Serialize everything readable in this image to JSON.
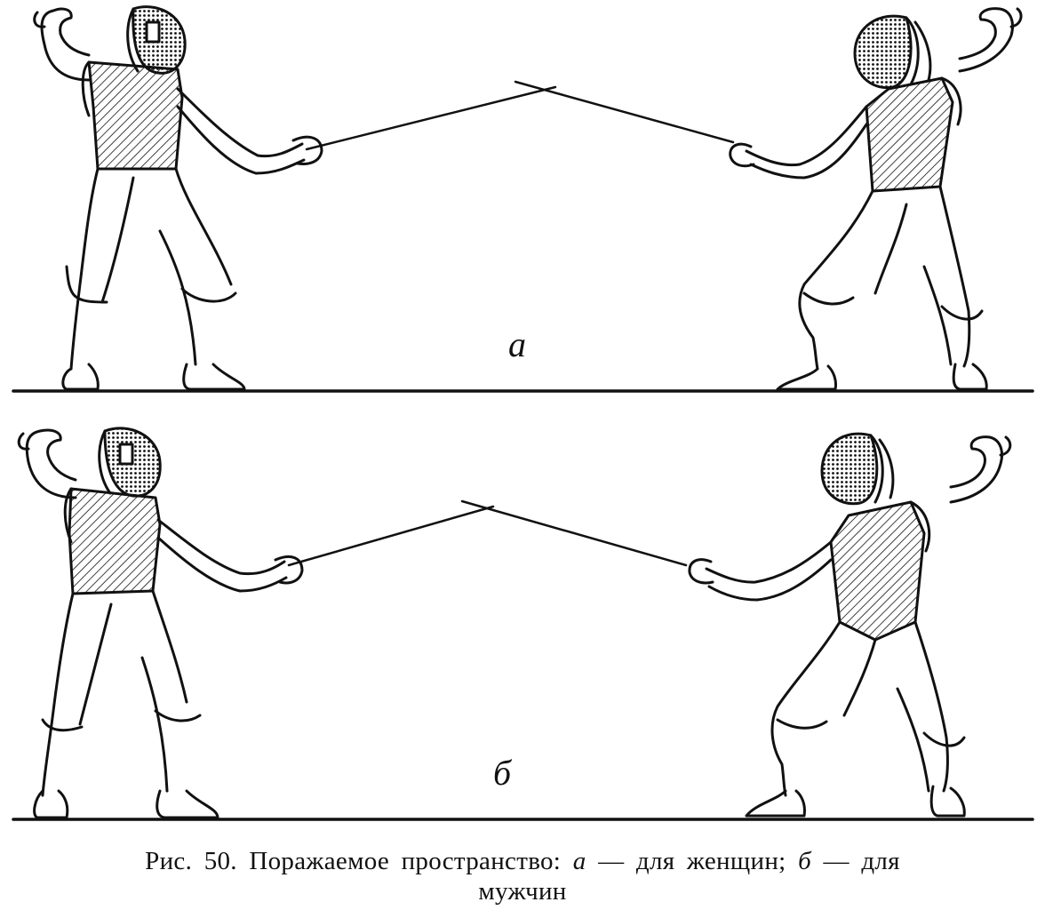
{
  "panels": [
    {
      "label": "а"
    },
    {
      "label": "б"
    }
  ],
  "caption": {
    "line1": {
      "prefix": "Рис. 50. Поражаемое пространство: ",
      "a_letter": "а",
      "a_text": " — для женщин; ",
      "b_letter": "б",
      "b_text": " — для"
    },
    "line2": "мужчин"
  },
  "colors": {
    "ink": "#111111",
    "paper": "#ffffff"
  }
}
